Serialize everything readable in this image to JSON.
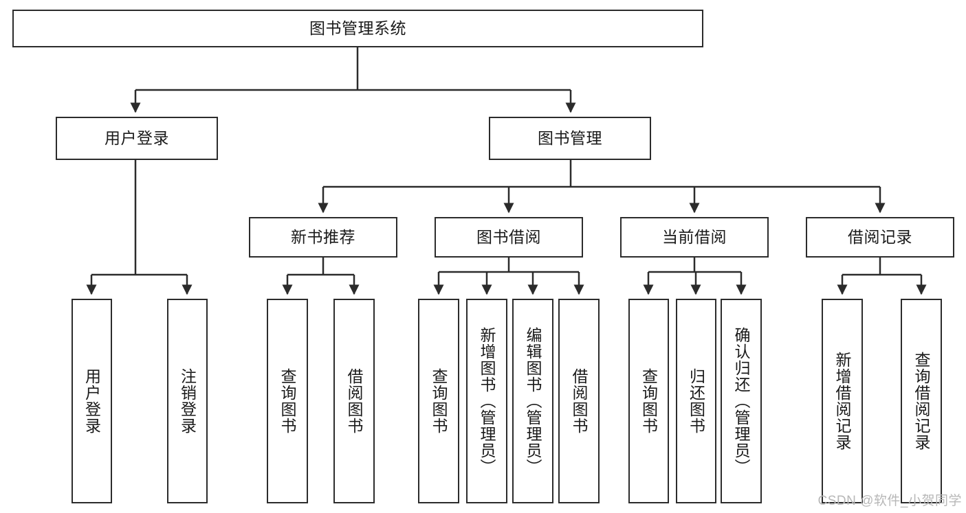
{
  "diagram": {
    "type": "tree",
    "title": "图书管理系统",
    "root": {
      "id": "root",
      "label": "图书管理系统"
    },
    "level2": [
      {
        "id": "user-login",
        "label": "用户登录"
      },
      {
        "id": "book-manage",
        "label": "图书管理"
      }
    ],
    "level3": [
      {
        "id": "new-book-rec",
        "label": "新书推荐"
      },
      {
        "id": "book-borrow",
        "label": "图书借阅"
      },
      {
        "id": "current-borrow",
        "label": "当前借阅"
      },
      {
        "id": "borrow-record",
        "label": "借阅记录"
      }
    ],
    "leaves": [
      {
        "id": "leaf-user-login",
        "label": "用户登录",
        "parent": "user-login"
      },
      {
        "id": "leaf-logout",
        "label": "注销登录",
        "parent": "user-login"
      },
      {
        "id": "leaf-query-book-1",
        "label": "查询图书",
        "parent": "new-book-rec"
      },
      {
        "id": "leaf-borrow-book-1",
        "label": "借阅图书",
        "parent": "new-book-rec"
      },
      {
        "id": "leaf-query-book-2",
        "label": "查询图书",
        "parent": "book-borrow"
      },
      {
        "id": "leaf-add-book",
        "label": "新增图书（管理员）",
        "parent": "book-borrow"
      },
      {
        "id": "leaf-edit-book",
        "label": "编辑图书（管理员）",
        "parent": "book-borrow"
      },
      {
        "id": "leaf-borrow-book-2",
        "label": "借阅图书",
        "parent": "book-borrow"
      },
      {
        "id": "leaf-query-book-3",
        "label": "查询图书",
        "parent": "current-borrow"
      },
      {
        "id": "leaf-return-book",
        "label": "归还图书",
        "parent": "current-borrow"
      },
      {
        "id": "leaf-confirm-return",
        "label": "确认归还（管理员）",
        "parent": "current-borrow"
      },
      {
        "id": "leaf-add-record",
        "label": "新增借阅记录",
        "parent": "borrow-record"
      },
      {
        "id": "leaf-query-record",
        "label": "查询借阅记录",
        "parent": "borrow-record"
      }
    ],
    "colors": {
      "stroke": "#2b2b2b",
      "fill": "#ffffff",
      "text": "#1a1a1a",
      "watermark": "#b7b7b7"
    }
  },
  "watermark": {
    "text": "CSDN @软件_小贺同学"
  }
}
